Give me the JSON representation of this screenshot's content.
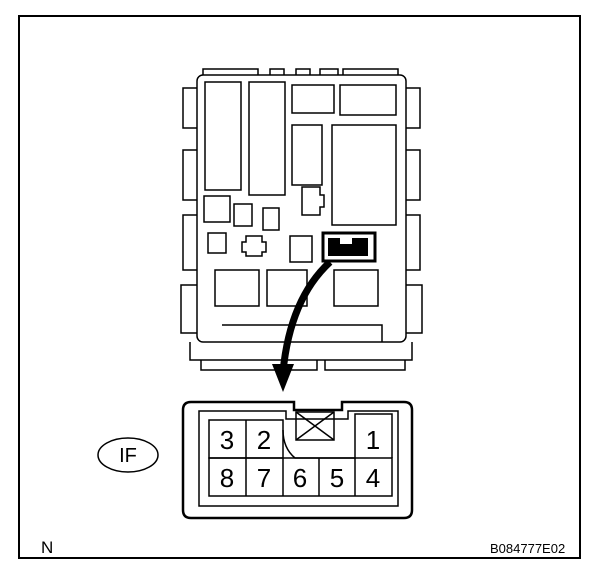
{
  "connector": {
    "tag": "IF",
    "pins_top": [
      "3",
      "2",
      "1"
    ],
    "pins_bottom": [
      "8",
      "7",
      "6",
      "5",
      "4"
    ]
  },
  "footer": {
    "corner_letter": "N",
    "figure_code": "B084777E02"
  },
  "colors": {
    "line": "#000000",
    "background": "#ffffff"
  }
}
